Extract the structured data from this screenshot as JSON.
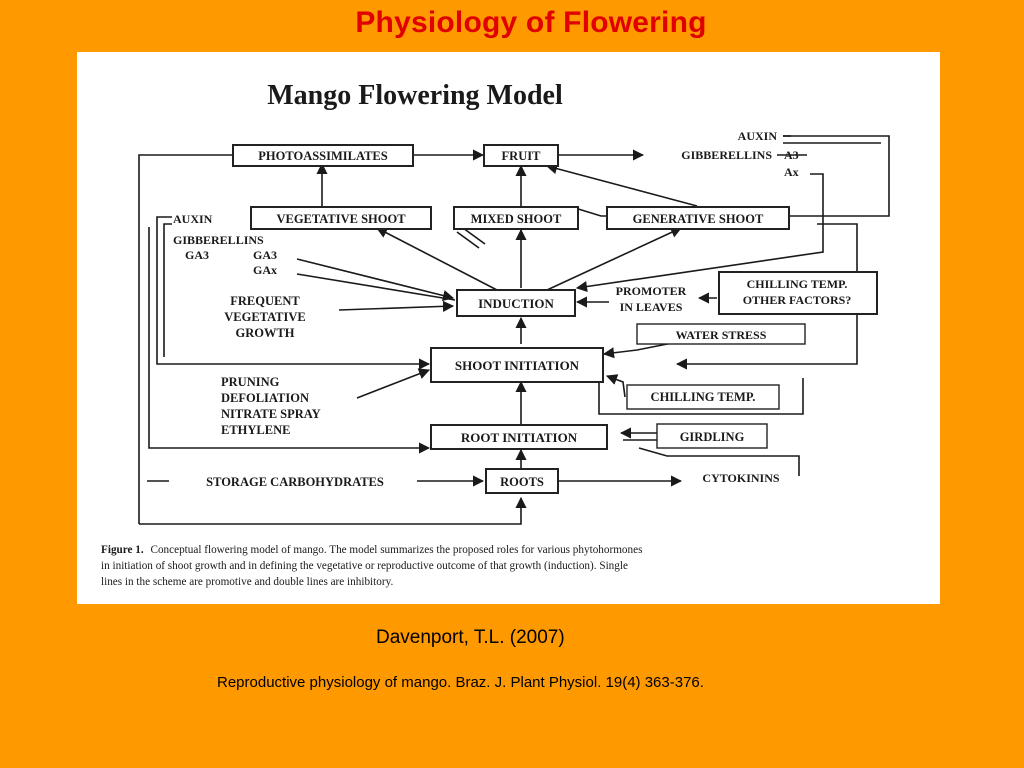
{
  "slide": {
    "title": "Physiology of Flowering",
    "citation": "Davenport, T.L. (2007)",
    "reference": "Reproductive physiology of mango.  Braz. J. Plant Physiol.  19(4) 363-376."
  },
  "figure": {
    "heading": "Mango Flowering Model",
    "nodes": {
      "photoassimilates": "PHOTOASSIMILATES",
      "fruit": "FRUIT",
      "vegetative_shoot": "VEGETATIVE SHOOT",
      "mixed_shoot": "MIXED SHOOT",
      "generative_shoot": "GENERATIVE SHOOT",
      "induction": "INDUCTION",
      "shoot_initiation": "SHOOT INITIATION",
      "root_initiation": "ROOT INITIATION",
      "roots": "ROOTS"
    },
    "labels": {
      "auxin_top": "AUXIN",
      "gibberellins_top": "GIBBERELLINS",
      "a3": "A3",
      "ax": "Ax",
      "auxin_left": "AUXIN",
      "gibberellins_left": "GIBBERELLINS",
      "ga3_left": "GA3",
      "ga3": "GA3",
      "gax": "GAx",
      "frequent_line1": "FREQUENT",
      "frequent_line2": "VEGETATIVE",
      "frequent_line3": "GROWTH",
      "promoter_line1": "PROMOTER",
      "promoter_line2": "IN LEAVES",
      "chilling_other_line1": "CHILLING TEMP.",
      "chilling_other_line2": "OTHER FACTORS?",
      "water_stress": "WATER STRESS",
      "pruning": "PRUNING",
      "defoliation": "DEFOLIATION",
      "nitrate_spray": "NITRATE SPRAY",
      "ethylene": "ETHYLENE",
      "chilling_temp": "CHILLING TEMP.",
      "girdling": "GIRDLING",
      "storage_carbohydrates": "STORAGE CARBOHYDRATES",
      "cytokinins": "CYTOKININS"
    },
    "caption": {
      "label": "Figure 1.",
      "line1": "Conceptual flowering model of mango. The model summarizes the proposed roles for various phytohormones",
      "line2": "in initiation of shoot growth and in defining the vegetative or reproductive outcome of that growth (induction). Single",
      "line3": "lines in the scheme are promotive and double lines are inhibitory."
    }
  },
  "colors": {
    "background": "#FF9900",
    "title": "#E00000",
    "panel": "#FFFFFF",
    "ink": "#1A1A1A"
  }
}
